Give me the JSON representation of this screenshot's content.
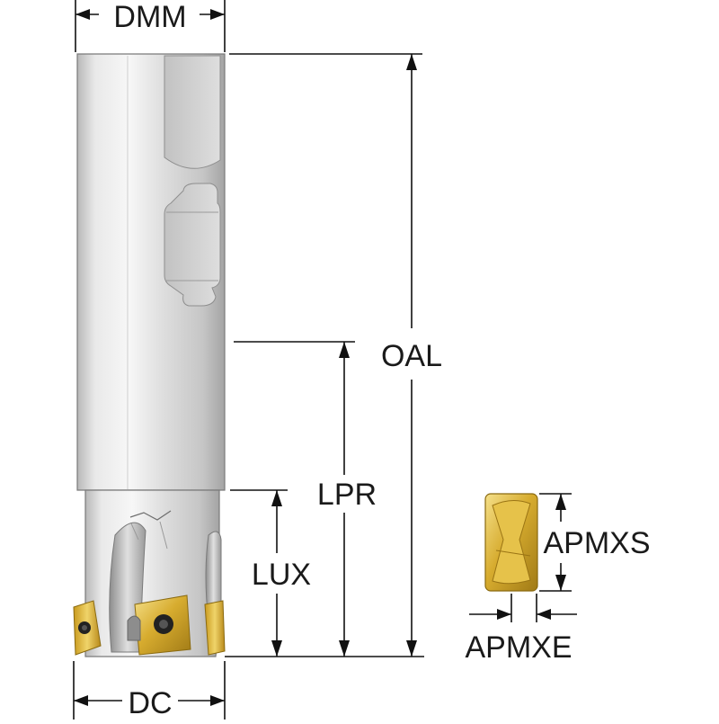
{
  "labels": {
    "dmm": "DMM",
    "oal": "OAL",
    "lpr": "LPR",
    "lux": "LUX",
    "dc": "DC",
    "apmxs": "APMXS",
    "apmxe": "APMXE"
  },
  "colors": {
    "shank_light": "#f2f2f2",
    "shank_mid": "#d4d4d4",
    "shank_dark": "#a9a9a9",
    "insert_gold": "#d4aa2e",
    "insert_light": "#f3dd7a",
    "insert_dark": "#9a7414",
    "screw_dark": "#222222",
    "dimension_line": "#111111"
  }
}
